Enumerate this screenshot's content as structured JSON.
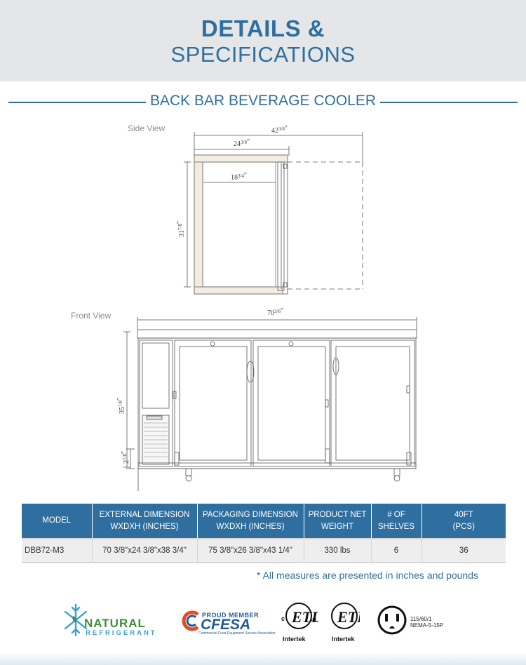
{
  "header": {
    "title_line1": "DETAILS &",
    "title_line2": "SPECIFICATIONS"
  },
  "section": {
    "title": "BACK BAR BEVERAGE COOLER"
  },
  "views": {
    "side_label": "Side View",
    "front_label": "Front View",
    "side_dims": {
      "depth_total": "42",
      "depth_total_frac": "3/8",
      "depth_cabinet": "24",
      "depth_cabinet_frac": "3/8",
      "depth_interior": "18",
      "depth_interior_frac": "3/4",
      "height_interior": "31",
      "height_interior_frac": "7/8"
    },
    "front_dims": {
      "width": "70",
      "width_frac": "3/8",
      "height": "35",
      "height_frac": "7/8",
      "leg": "2",
      "leg_frac": "7/8"
    }
  },
  "table": {
    "headers": [
      {
        "line1": "MODEL",
        "line2": ""
      },
      {
        "line1": "EXTERNAL DIMENSION",
        "line2": "WXDXH (INCHES)"
      },
      {
        "line1": "PACKAGING DIMENSION",
        "line2": "WXDXH (INCHES)"
      },
      {
        "line1": "PRODUCT NET",
        "line2": "WEIGHT"
      },
      {
        "line1": "# OF",
        "line2": "SHELVES"
      },
      {
        "line1": "40FT",
        "line2": "(PCS)"
      }
    ],
    "rows": [
      [
        "DBB72-M3",
        "70 3/8\"x24 3/8\"x38 3/4\"",
        "75 3/8\"x26 3/8\"x43 1/4\"",
        "330 lbs",
        "6",
        "36"
      ]
    ]
  },
  "footnote": "* All measures are presented in inches and pounds",
  "logos": {
    "natural_word": "NATURAL",
    "refrigerant_word": "REFRIGERANT",
    "proud_member": "PROUD MEMBER",
    "cfesa": "CFESA",
    "cfesa_sub": "Commercial Food Equipment Service Association",
    "intertek_1": "Intertek",
    "intertek_2": "Intertek",
    "etl_mark": "ETL",
    "c_mark": "c",
    "us_mark": "us",
    "nema_line1": "115/60/1",
    "nema_line2": "NEMA-5-15P"
  },
  "colors": {
    "brand_blue": "#2f6fa0",
    "header_band": "#e5e6e8",
    "natural_green": "#3f8f3a",
    "refrigerant_blue": "#3b9fd3"
  }
}
